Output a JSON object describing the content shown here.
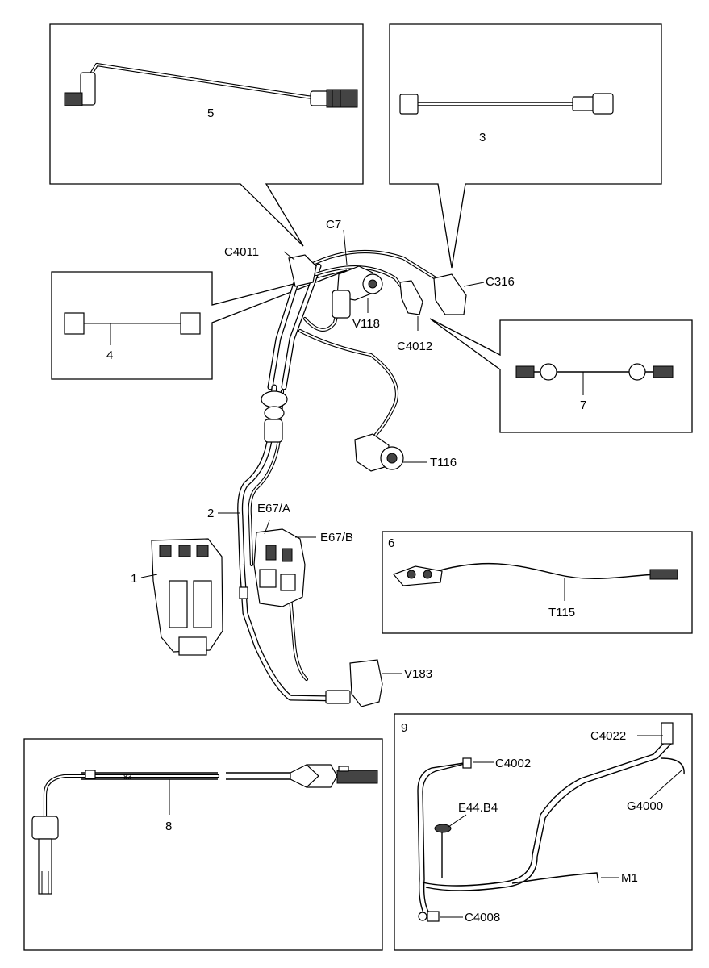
{
  "labels": {
    "c7": "C7",
    "c4011": "C4011",
    "c316": "C316",
    "v118": "V118",
    "c4012": "C4012",
    "t116": "T116",
    "e67a": "E67/A",
    "e67b": "E67/B",
    "v183": "V183",
    "t115": "T115",
    "c4022": "C4022",
    "c4002": "C4002",
    "g4000": "G4000",
    "e44b4": "E44.B4",
    "m1": "M1",
    "c4008": "C4008",
    "item_1": "1",
    "item_2": "2",
    "item_3": "3",
    "item_4": "4",
    "item_5": "5",
    "item_6": "6",
    "item_7": "7",
    "item_8": "8",
    "item_9": "9",
    "sensor_marking": "83"
  }
}
